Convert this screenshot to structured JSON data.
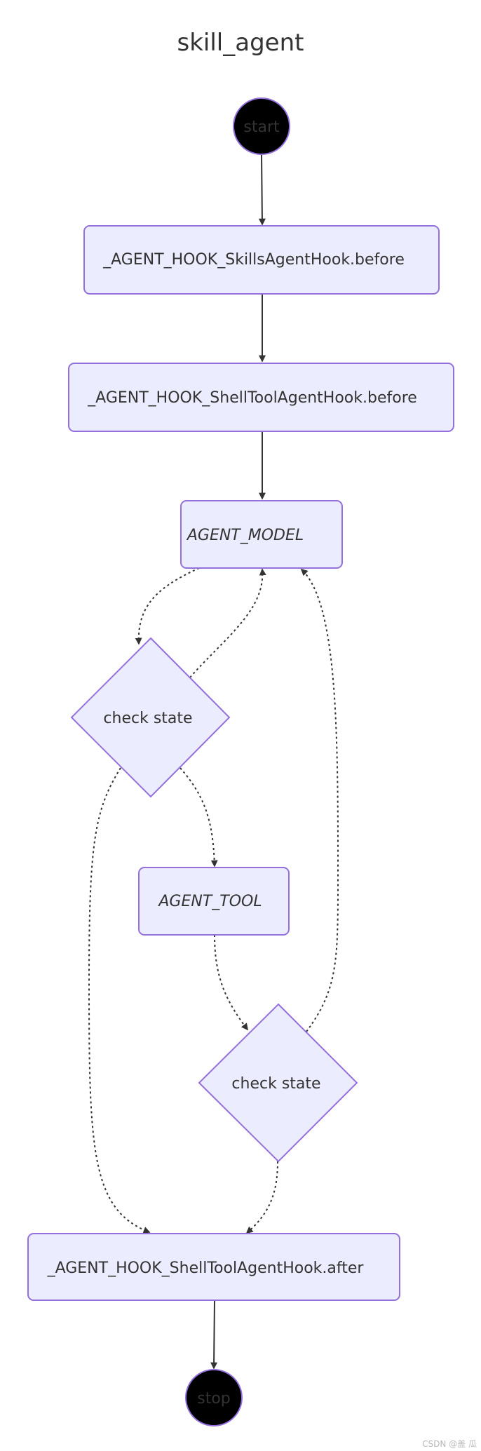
{
  "diagram": {
    "title": "skill_agent",
    "nodes": {
      "start": "start",
      "skills_before": "_AGENT_HOOK_SkillsAgentHook.before",
      "shell_before": "_AGENT_HOOK_ShellToolAgentHook.before",
      "agent_model": "AGENT_MODEL",
      "check_state_1": "check state",
      "agent_tool": "AGENT_TOOL",
      "check_state_2": "check state",
      "shell_after": "_AGENT_HOOK_ShellToolAgentHook.after",
      "stop": "stop"
    },
    "colors": {
      "node_fill": "#ececff",
      "node_stroke": "#9370db",
      "terminal_fill": "#000000",
      "edge": "#333333"
    }
  },
  "watermark": "CSDN @盖 瓜"
}
